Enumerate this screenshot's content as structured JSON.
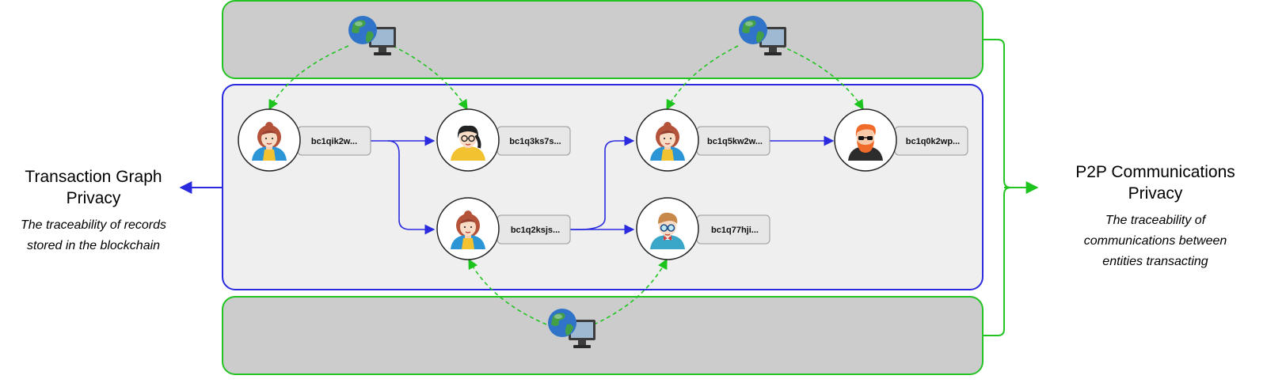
{
  "left_panel": {
    "title_line1": "Transaction Graph",
    "title_line2": "Privacy",
    "desc_line1": "The traceability of records",
    "desc_line2": "stored in the blockchain"
  },
  "right_panel": {
    "title_line1": "P2P Communications",
    "title_line2": "Privacy",
    "desc_line1": "The traceability of",
    "desc_line2": "communications between",
    "desc_line3": "entities transacting"
  },
  "nodes": [
    {
      "id": "n1",
      "address": "bc1qik2w...",
      "avatar": "woman-avatar-icon"
    },
    {
      "id": "n2",
      "address": "bc1q3ks7s...",
      "avatar": "woman-glasses-avatar-icon"
    },
    {
      "id": "n3",
      "address": "bc1q5kw2w...",
      "avatar": "woman-avatar-icon"
    },
    {
      "id": "n4",
      "address": "bc1q0k2wp...",
      "avatar": "man-sunglasses-avatar-icon"
    },
    {
      "id": "n5",
      "address": "bc1q2ksjs...",
      "avatar": "woman-avatar-icon"
    },
    {
      "id": "n6",
      "address": "bc1q77hji...",
      "avatar": "man-glasses-avatar-icon"
    }
  ],
  "network_nodes": [
    {
      "id": "pc1",
      "icon": "globe-computer-icon"
    },
    {
      "id": "pc2",
      "icon": "globe-computer-icon"
    },
    {
      "id": "pc3",
      "icon": "globe-computer-icon"
    }
  ],
  "colors": {
    "transaction_edge": "#2a2adf",
    "p2p_edge": "#1ec41e",
    "network_band_fill": "#cccccc",
    "blockchain_fill": "#efefef"
  }
}
